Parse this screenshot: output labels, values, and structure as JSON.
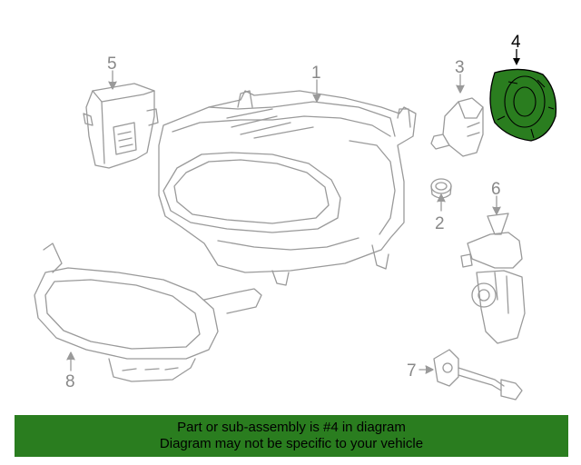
{
  "callouts": {
    "c1": "1",
    "c2": "2",
    "c3": "3",
    "c4": "4",
    "c5": "5",
    "c6": "6",
    "c7": "7",
    "c8": "8"
  },
  "highlighted_part": "4",
  "colors": {
    "banner_bg": "#2a7d1f",
    "highlight_fill": "#2a7d1f",
    "line_art": "#9a9a9a",
    "label": "#888888",
    "label_active": "#000000"
  },
  "banner": {
    "line1": "Part or sub-assembly is #4 in diagram",
    "line2": "Diagram may not be specific to your vehicle"
  }
}
